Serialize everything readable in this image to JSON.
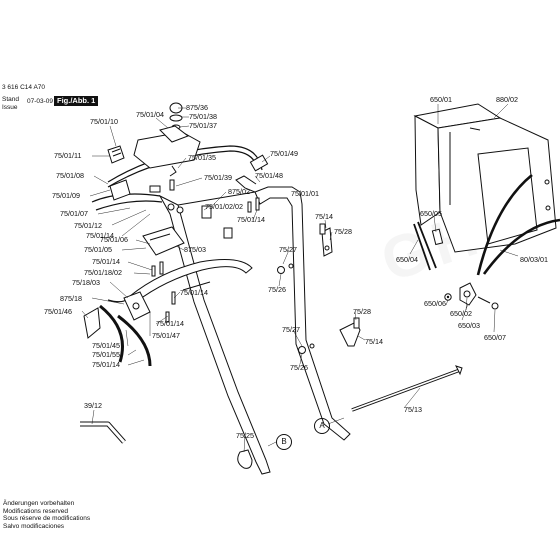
{
  "header": {
    "code": "3 616 C14 A70",
    "stand_label": "Stand Issue",
    "date": "07-03-09",
    "figure": "Fig./Abb. 1"
  },
  "footer": {
    "lines": [
      "Änderungen vorbehalten",
      "Modifications reserved",
      "Sous réserve de modifications",
      "Salvo modificaciones"
    ]
  },
  "callouts": {
    "a": "A",
    "b": "B"
  },
  "labels": {
    "p875_36": "875/36",
    "p75_01_38": "75/01/38",
    "p75_01_37": "75/01/37",
    "p75_01_04": "75/01/04",
    "p75_01_10": "75/01/10",
    "p75_01_11": "75/01/11",
    "p75_01_35": "75/01/35",
    "p75_01_49": "75/01/49",
    "p75_01_08": "75/01/08",
    "p75_01_39": "75/01/39",
    "p75_01_48": "75/01/48",
    "p75_01_01": "75/01/01",
    "p875_02": "875/02",
    "p75_01_09": "75/01/09",
    "p75_01_02_02": "75/01/02/02",
    "p75_01_14_a": "75/01/14",
    "p75_01_07": "75/01/07",
    "p75_01_12": "75/01/12",
    "p75_01_14_b": "75/01/14",
    "p75_01_06": "75/01/06",
    "p75_01_05": "75/01/05",
    "p875_03": "875/03",
    "p75_01_14_c": "75/01/14",
    "p75_01_18_02": "75/01/18/02",
    "p75_18_03": "75/18/03",
    "p75_01_14_d": "75/01/14",
    "p875_18": "875/18",
    "p75_01_46": "75/01/46",
    "p75_01_14_e": "75/01/14",
    "p75_01_47": "75/01/47",
    "p75_01_45": "75/01/45",
    "p75_01_55": "75/01/55",
    "p75_01_14_f": "75/01/14",
    "p75_14_a": "75/14",
    "p75_28_a": "75/28",
    "p75_27_a": "75/27",
    "p75_26_a": "75/26",
    "p75_27_b": "75/27",
    "p75_28_b": "75/28",
    "p75_14_b": "75/14",
    "p75_26_b": "75/26",
    "p75_13": "75/13",
    "p75_25": "75/25",
    "p39_12": "39/12",
    "p650_01": "650/01",
    "p880_02": "880/02",
    "p650_05": "650/05",
    "p650_04": "650/04",
    "p80_03_01": "80/03/01",
    "p650_06": "650/06",
    "p650_02": "650/02",
    "p650_03": "650/03",
    "p650_07": "650/07"
  }
}
